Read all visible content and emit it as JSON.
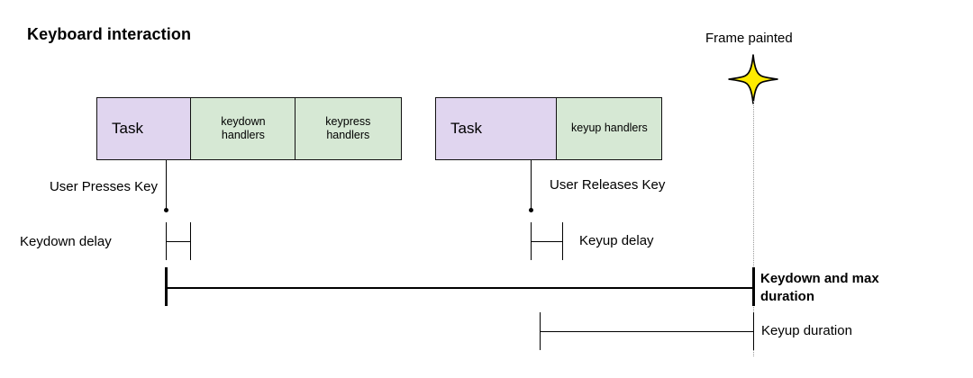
{
  "diagram": {
    "title": "Keyboard interaction",
    "frame_marker": {
      "label": "Frame painted",
      "icon": "sparkle-star-icon",
      "star_fill": "#ffeb00",
      "star_stroke": "#000000"
    },
    "task_groups": [
      {
        "name": "keydown-task-group",
        "cells": [
          {
            "label": "Task",
            "kind": "task",
            "color": "#e0d5ef"
          },
          {
            "label": "keydown\nhandlers",
            "kind": "handler",
            "color": "#d6e8d4"
          },
          {
            "label": "keypress\nhandlers",
            "kind": "handler",
            "color": "#d6e8d4"
          }
        ]
      },
      {
        "name": "keyup-task-group",
        "cells": [
          {
            "label": "Task",
            "kind": "task",
            "color": "#e0d5ef"
          },
          {
            "label": "keyup handlers",
            "kind": "handler",
            "color": "#d6e8d4"
          }
        ]
      }
    ],
    "events": [
      {
        "name": "user-presses-key",
        "label": "User Presses Key"
      },
      {
        "name": "user-releases-key",
        "label": "User Releases Key"
      }
    ],
    "measures": [
      {
        "name": "keydown-delay",
        "label": "Keydown delay"
      },
      {
        "name": "keyup-delay",
        "label": "Keyup delay"
      },
      {
        "name": "keydown-and-max-duration",
        "label": "Keydown and max duration",
        "emphasis": "bold"
      },
      {
        "name": "keyup-duration",
        "label": "Keyup duration"
      }
    ]
  }
}
